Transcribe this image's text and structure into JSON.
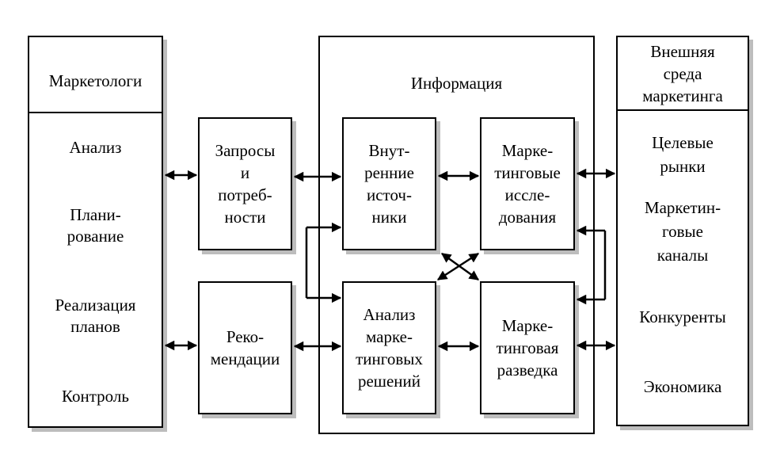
{
  "marketers": {
    "title": "Маркетологи",
    "items": [
      {
        "lines": [
          "Анализ"
        ]
      },
      {
        "lines": [
          "Плани-",
          "рование"
        ]
      },
      {
        "lines": [
          "Реализация",
          "планов"
        ]
      },
      {
        "lines": [
          "Контроль"
        ]
      }
    ]
  },
  "requests": {
    "lines": [
      "Запросы",
      "и",
      "потреб-",
      "ности"
    ]
  },
  "recommendations": {
    "lines": [
      "Реко-",
      "мендации"
    ]
  },
  "information": {
    "title": "Информация",
    "internal_sources": {
      "lines": [
        "Внут-",
        "ренние",
        "источ-",
        "ники"
      ]
    },
    "marketing_research": {
      "lines": [
        "Марке-",
        "тинговые",
        "иссле-",
        "дования"
      ]
    },
    "decision_analysis": {
      "lines": [
        "Анализ",
        "марке-",
        "тинговых",
        "решений"
      ]
    },
    "intelligence": {
      "lines": [
        "Марке-",
        "тинговая",
        "разведка"
      ]
    }
  },
  "environment": {
    "title_lines": [
      "Внешняя",
      "среда",
      "маркетинга"
    ],
    "items": [
      {
        "lines": [
          "Целевые",
          "рынки"
        ]
      },
      {
        "lines": [
          "Маркетин-",
          "говые",
          "каналы"
        ]
      },
      {
        "lines": [
          "Конкуренты"
        ]
      },
      {
        "lines": [
          "Экономика"
        ]
      }
    ]
  }
}
